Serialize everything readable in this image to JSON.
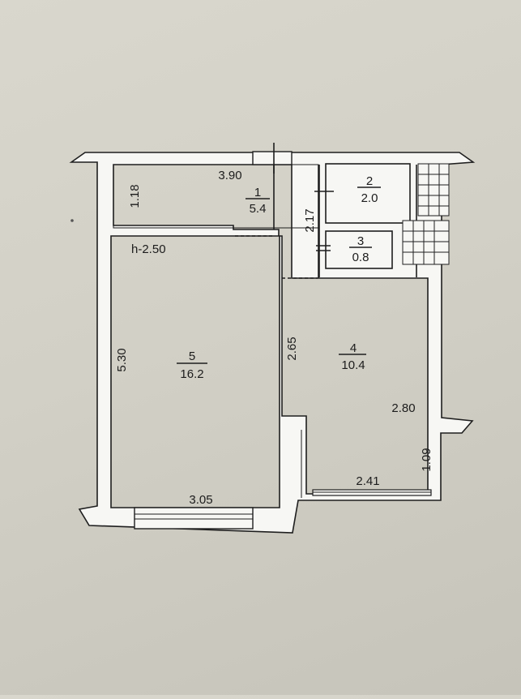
{
  "plan": {
    "ceiling_height": "h-2.50",
    "rooms": [
      {
        "id": "1",
        "area": "5.4"
      },
      {
        "id": "2",
        "area": "2.0"
      },
      {
        "id": "3",
        "area": "0.8"
      },
      {
        "id": "4",
        "area": "10.4"
      },
      {
        "id": "5",
        "area": "16.2"
      }
    ],
    "dimensions": [
      "3.90",
      "1.18",
      "2.17",
      "5.30",
      "2.65",
      "2.80",
      "1.09",
      "3.05",
      "2.41"
    ]
  }
}
